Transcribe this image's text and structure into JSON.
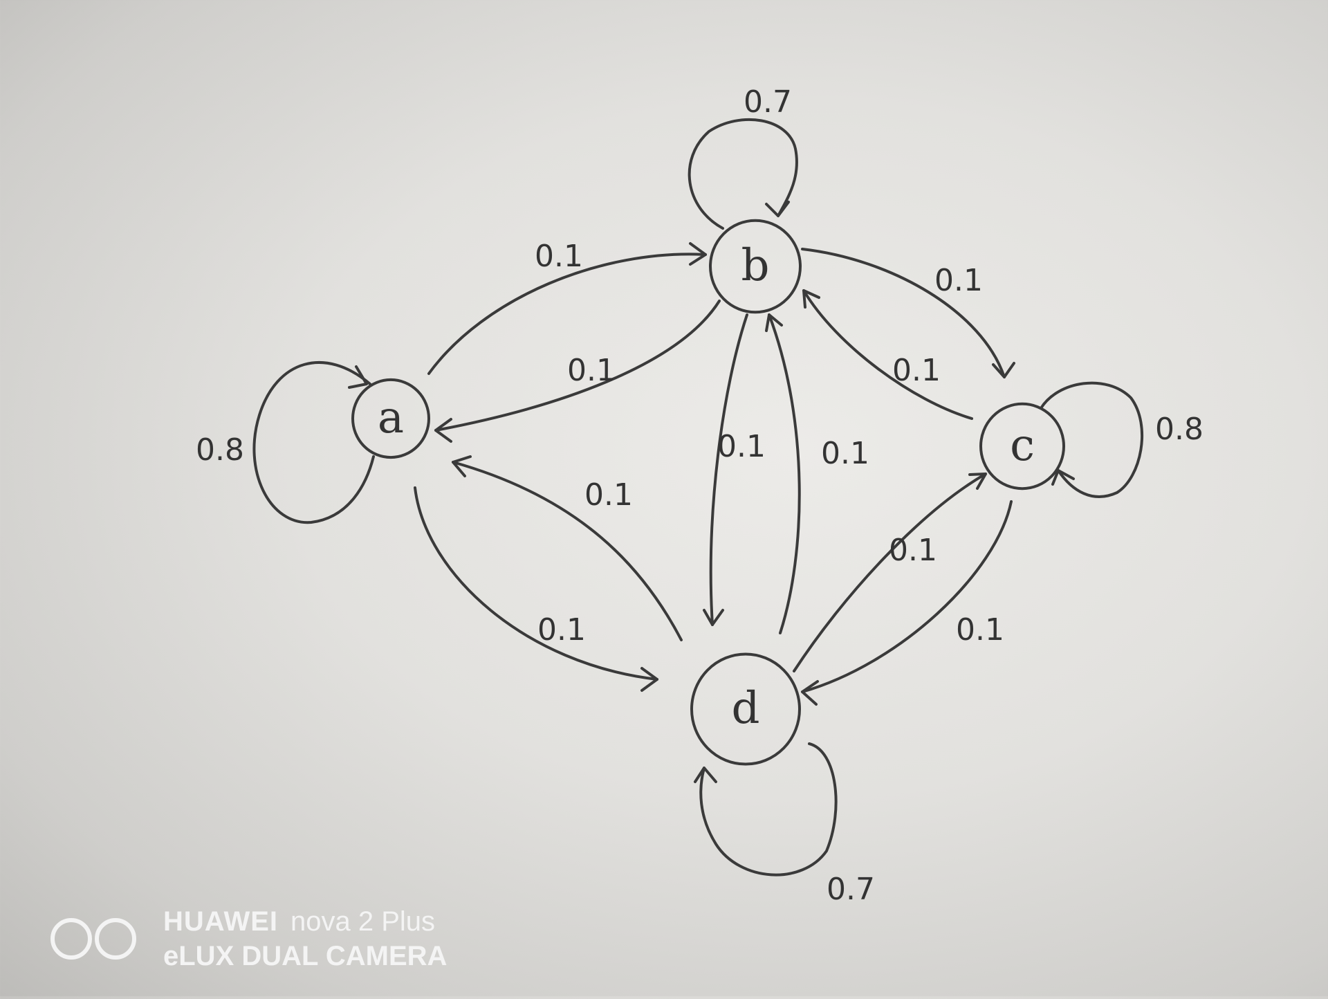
{
  "diagram": {
    "nodes": [
      {
        "id": "a",
        "label": "a"
      },
      {
        "id": "b",
        "label": "b"
      },
      {
        "id": "c",
        "label": "c"
      },
      {
        "id": "d",
        "label": "d"
      }
    ],
    "edges": [
      {
        "from": "a",
        "to": "a",
        "label": "0.8"
      },
      {
        "from": "b",
        "to": "b",
        "label": "0.7"
      },
      {
        "from": "c",
        "to": "c",
        "label": "0.8"
      },
      {
        "from": "d",
        "to": "d",
        "label": "0.7"
      },
      {
        "from": "a",
        "to": "b",
        "label": "0.1"
      },
      {
        "from": "b",
        "to": "a",
        "label": "0.1"
      },
      {
        "from": "b",
        "to": "c",
        "label": "0.1"
      },
      {
        "from": "c",
        "to": "b",
        "label": "0.1"
      },
      {
        "from": "b",
        "to": "d",
        "label": "0.1"
      },
      {
        "from": "d",
        "to": "b",
        "label": "0.1"
      },
      {
        "from": "a",
        "to": "d",
        "label": "0.1"
      },
      {
        "from": "d",
        "to": "a",
        "label": "0.1"
      },
      {
        "from": "d",
        "to": "c",
        "label": "0.1"
      },
      {
        "from": "c",
        "to": "d",
        "label": "0.1"
      }
    ]
  },
  "watermark": {
    "brand": "HUAWEI",
    "model": "nova 2 Plus",
    "line2": "eLUX  DUAL CAMERA",
    "logo_icon": "dual-lens-camera-icon",
    "color": "#f4f4f4"
  }
}
